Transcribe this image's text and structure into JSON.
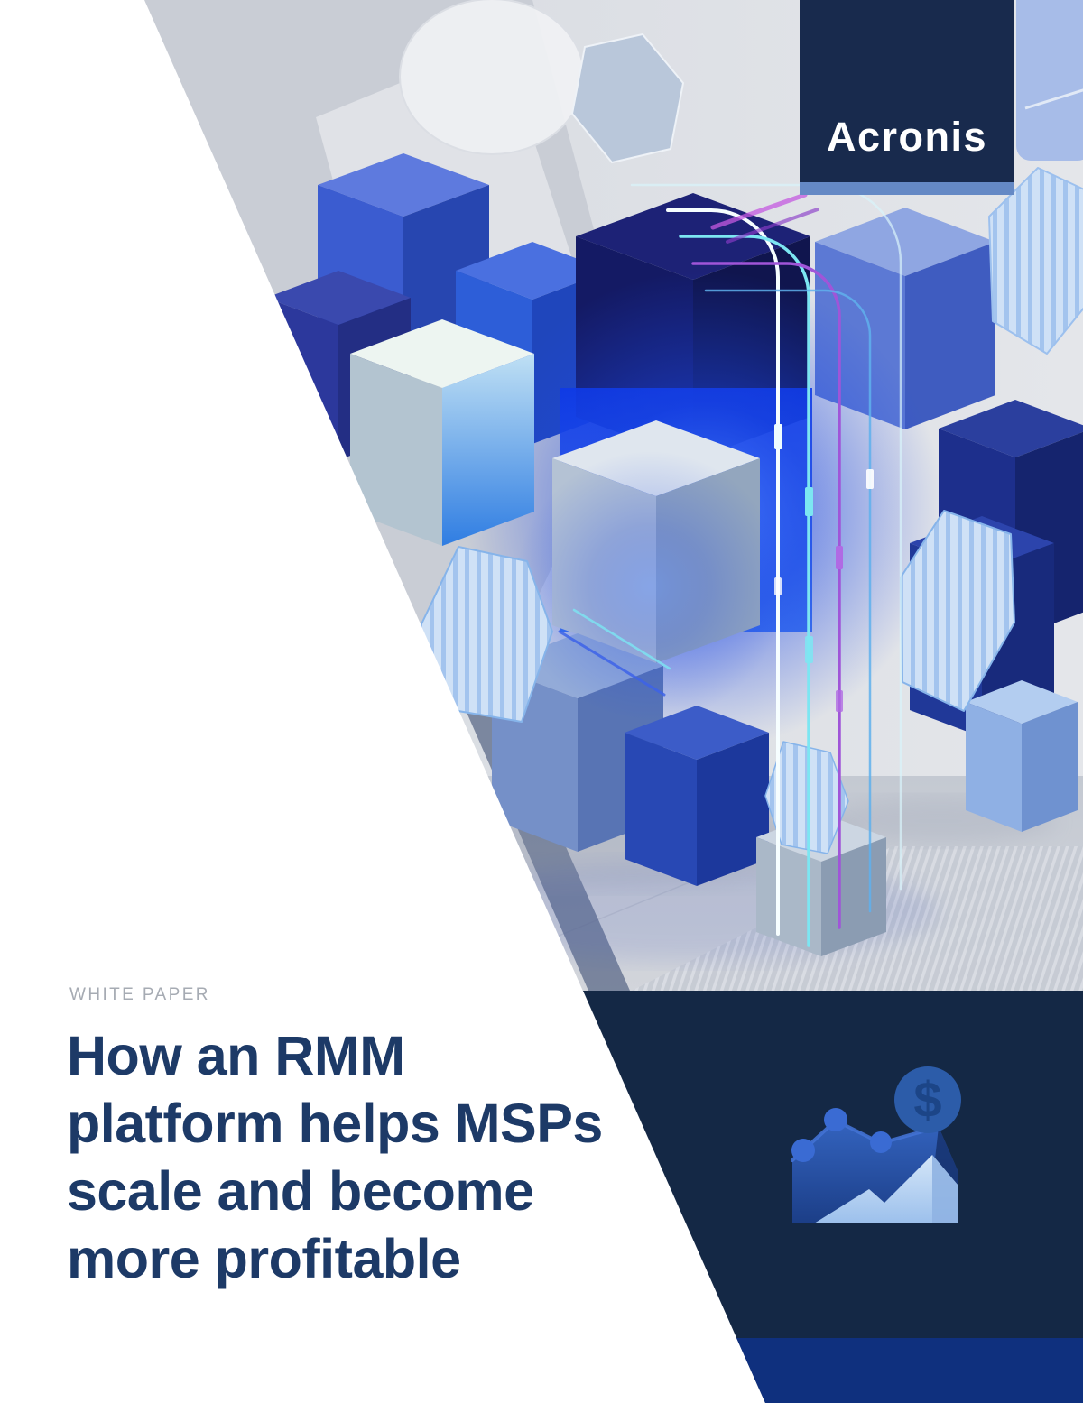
{
  "brand": {
    "logo_text": "Acronis",
    "logo_box_color": "#182a4d",
    "logo_accent_color": "#6589c5"
  },
  "cover": {
    "eyebrow": "WHITE PAPER",
    "title_lines": [
      "How an RMM",
      "platform helps MSPs",
      "scale and become",
      "more profitable"
    ],
    "title_full": "How an RMM platform helps MSPs scale and become more profitable",
    "title_color": "#1d3a67",
    "eyebrow_color": "#a6abb3"
  },
  "panels": {
    "navy_color": "#142845",
    "royal_strip_color": "#0f307e",
    "left_panel_color": "#ffffff"
  },
  "icon": {
    "name": "growth-chart-dollar-icon",
    "dollar_symbol": "$",
    "coin_color": "#2c5ca9",
    "dot_color": "#3a6bd3",
    "mountain_color": "#cfe3f7"
  },
  "illustration": {
    "description": "3D blue cubes with glowing circuit lines and striped hexagons on gray floor",
    "background_gray": "#dfe2e7",
    "cube_royal_blue": "#2d5ed8",
    "cube_dark_navy": "#141a64",
    "glow_blue": "#1446ff",
    "circuit_cyan": "#7ce6f2",
    "circuit_purple": "#a055d8"
  }
}
